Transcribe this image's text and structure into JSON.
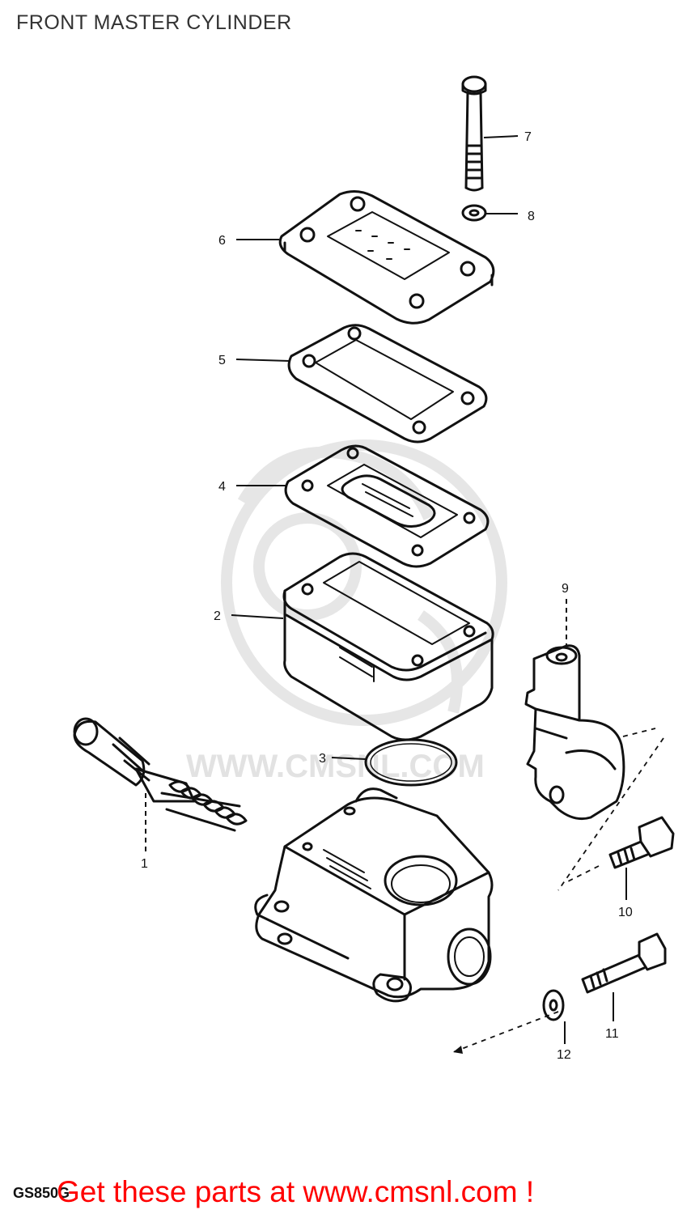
{
  "title": "FRONT MASTER CYLINDER",
  "watermark": "WWW.CMSNL.COM",
  "model_code": "GS850G",
  "promo": "Get these parts at www.cmsnl.com !",
  "callouts": [
    {
      "id": "1",
      "label": "1"
    },
    {
      "id": "2",
      "label": "2"
    },
    {
      "id": "3",
      "label": "3"
    },
    {
      "id": "4",
      "label": "4"
    },
    {
      "id": "5",
      "label": "5"
    },
    {
      "id": "6",
      "label": "6"
    },
    {
      "id": "7",
      "label": "7"
    },
    {
      "id": "8",
      "label": "8"
    },
    {
      "id": "9",
      "label": "9"
    },
    {
      "id": "10",
      "label": "10"
    },
    {
      "id": "11",
      "label": "11"
    },
    {
      "id": "12",
      "label": "12"
    }
  ],
  "colors": {
    "line": "#111111",
    "watermark": "#e2e2e2",
    "promo": "#ff0000"
  }
}
